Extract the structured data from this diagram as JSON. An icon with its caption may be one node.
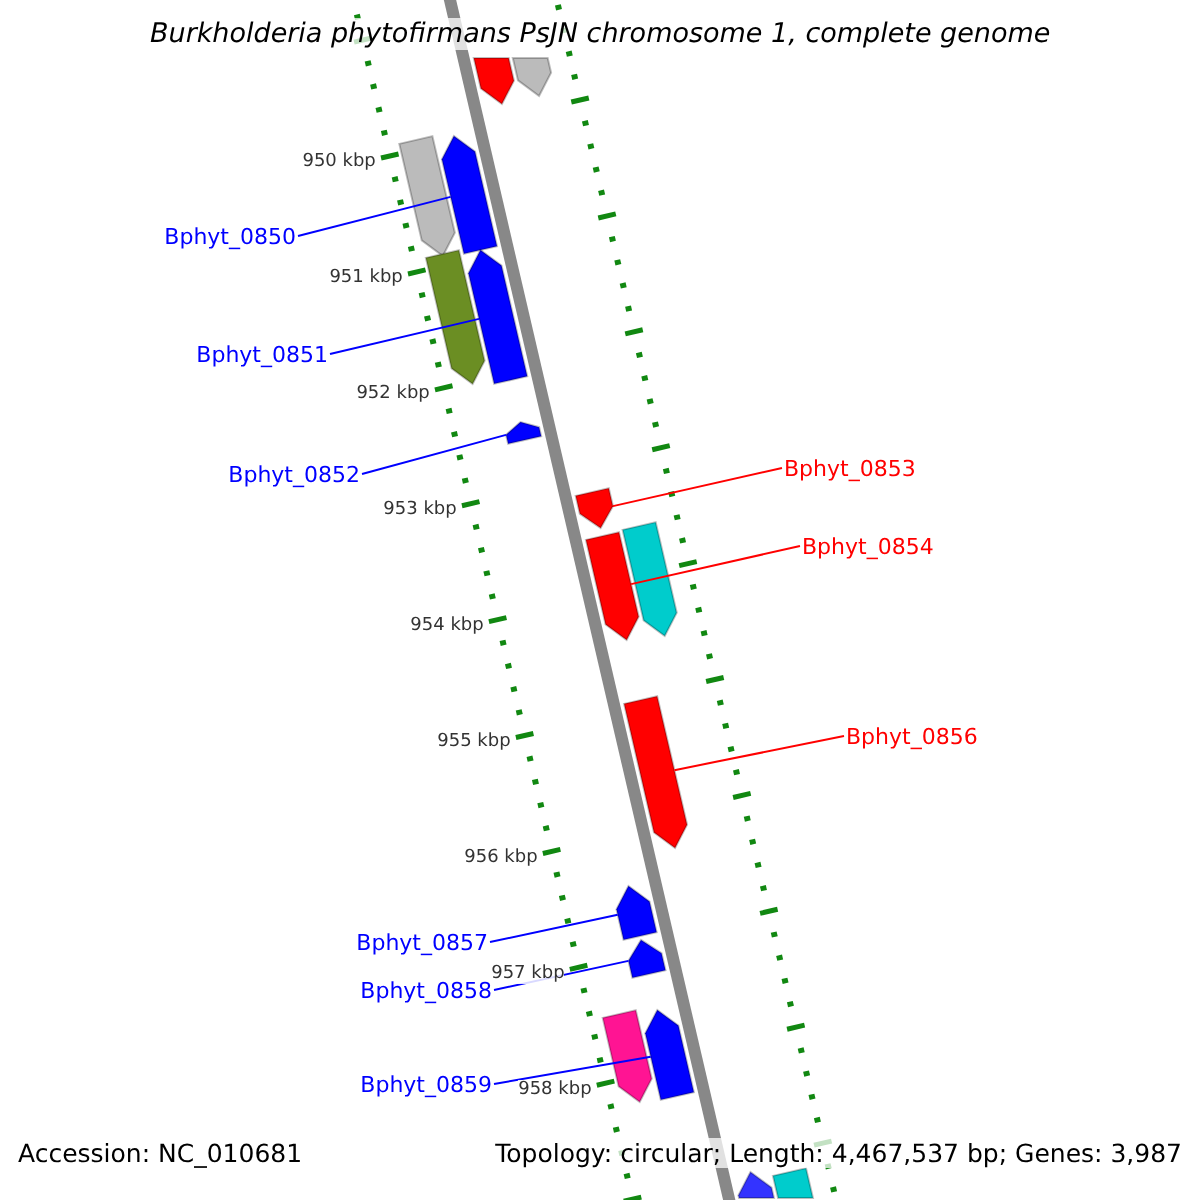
{
  "diagram": {
    "title": "Burkholderia phytofirmans PsJN chromosome 1, complete genome",
    "nodes": [
      {
        "text": [
          "Bphyt_0850"
        ]
      },
      {
        "text": [
          "Bphyt_0851"
        ]
      },
      {
        "text": [
          "Bphyt_0852"
        ]
      },
      {
        "text": [
          "Bphyt_0853"
        ]
      },
      {
        "text": [
          "Bphyt_0854"
        ]
      },
      {
        "text": [
          "Bphyt_0856"
        ]
      },
      {
        "text": [
          "Bphyt_0857"
        ]
      },
      {
        "text": [
          "Bphyt_0858"
        ]
      },
      {
        "text": [
          "Bphyt_0859"
        ]
      },
      {
        "text": [],
        "shape": "bar"
      },
      {
        "text": [],
        "shape": "bar"
      },
      {
        "text": [],
        "shape": "bar"
      },
      {
        "text": [],
        "shape": "bar"
      },
      {
        "text": [],
        "shape": "bar"
      },
      {
        "text": [],
        "shape": "bar"
      },
      {
        "text": [],
        "shape": "bar"
      },
      {
        "text": [],
        "shape": "bar"
      },
      {
        "text": [],
        "shape": "bar"
      },
      {
        "text": [],
        "shape": "bar"
      },
      {
        "text": [],
        "shape": "bar"
      },
      {
        "text": [],
        "shape": "bar"
      },
      {
        "text": [],
        "shape": "bar"
      },
      {
        "text": [],
        "shape": "bar"
      },
      {
        "text": [],
        "shape": "bar"
      },
      {
        "text": [],
        "shape": "bar"
      },
      {
        "text": [],
        "shape": "bar"
      }
    ],
    "edges": [
      {
        "from": 0,
        "to": 12,
        "arrow": "none"
      },
      {
        "from": 1,
        "to": 14,
        "arrow": "none"
      },
      {
        "from": 2,
        "to": 15,
        "arrow": "none"
      },
      {
        "from": 3,
        "to": 16,
        "arrow": "none",
        "color": "#ff0000"
      },
      {
        "from": 4,
        "to": 17,
        "arrow": "none",
        "color": "#ff0000"
      },
      {
        "from": 5,
        "to": 19,
        "arrow": "none",
        "color": "#ff0000"
      },
      {
        "from": 6,
        "to": 20,
        "arrow": "none"
      },
      {
        "from": 7,
        "to": 21,
        "arrow": "none"
      },
      {
        "from": 8,
        "to": 23,
        "arrow": "none"
      }
    ],
    "labels": [
      "950 kbp",
      "951 kbp",
      "952 kbp",
      "953 kbp",
      "954 kbp",
      "955 kbp",
      "956 kbp",
      "957 kbp",
      "958 kbp",
      "Accession: NC_010681",
      "Topology: circular; Length: 4,467,537 bp; Genes: 3,987"
    ]
  }
}
